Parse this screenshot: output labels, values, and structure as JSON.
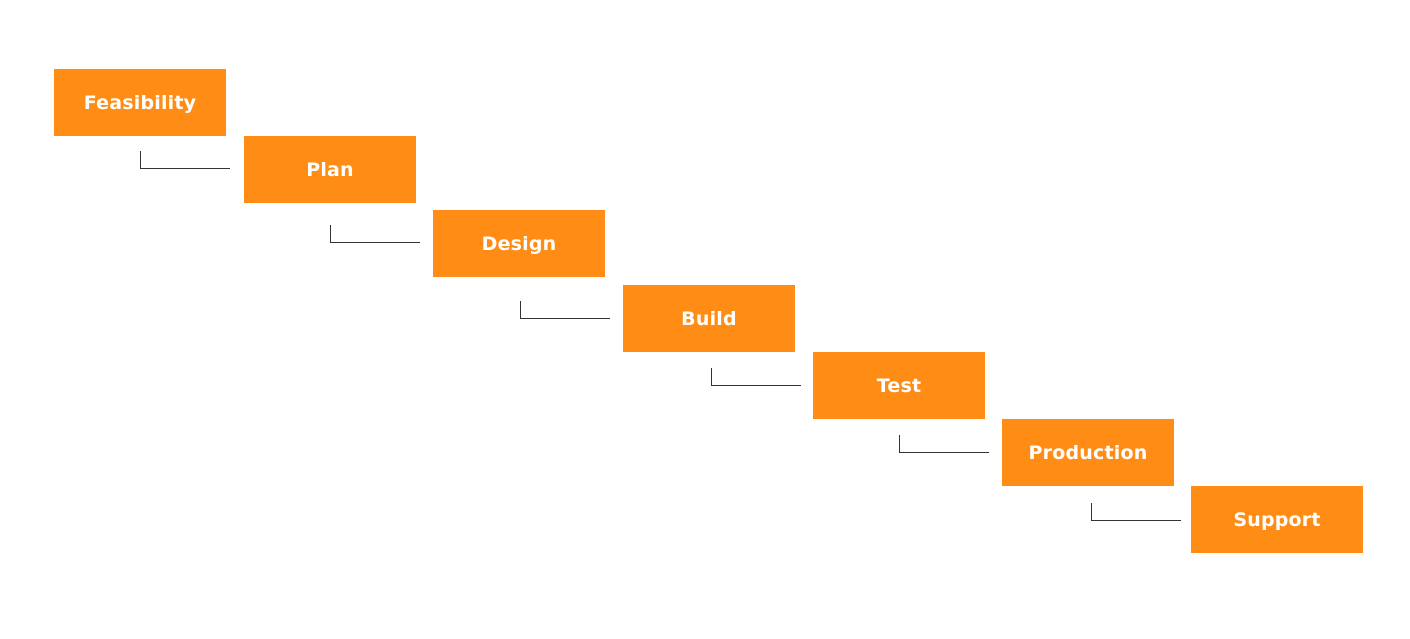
{
  "diagram": {
    "stages": [
      {
        "label": "Feasibility"
      },
      {
        "label": "Plan"
      },
      {
        "label": "Design"
      },
      {
        "label": "Build"
      },
      {
        "label": "Test"
      },
      {
        "label": "Production"
      },
      {
        "label": "Support"
      }
    ],
    "colors": {
      "stage_fill": "#FF8C14",
      "stage_text": "#FFFFFF",
      "connector": "#333333",
      "background": "#FFFFFF"
    }
  }
}
